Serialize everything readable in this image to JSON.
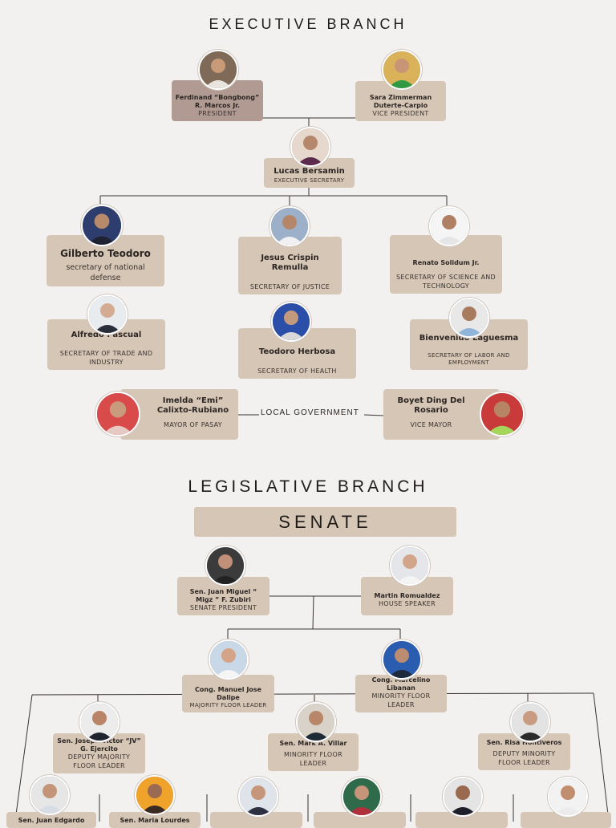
{
  "executive": {
    "heading": "EXECUTIVE BRANCH",
    "president": {
      "name": "Ferdinand “Bongbong” R. Marcos Jr.",
      "role": "PRESIDENT"
    },
    "vice_president": {
      "name": "Sara Zimmerman Duterte-Carpio",
      "role": "VICE PRESIDENT"
    },
    "executive_secretary": {
      "name": "Lucas Bersamin",
      "role": "EXECUTIVE SECRETARY"
    },
    "cabinet": [
      {
        "name": "Gilberto Teodoro",
        "role": "secretary of national defense"
      },
      {
        "name": "Jesus Crispin Remulla",
        "role": "SECRETARY OF JUSTICE"
      },
      {
        "name": "Renato Solidum Jr.",
        "role": "SECRETARY OF SCIENCE AND TECHNOLOGY"
      },
      {
        "name": "Alfredo Pascual",
        "role": "SECRETARY OF TRADE AND INDUSTRY"
      },
      {
        "name": "Teodoro Herbosa",
        "role": "SECRETARY OF HEALTH"
      },
      {
        "name": "Bienvenido Laguesma",
        "role": "SECRETARY OF LABOR AND EMPLOYMENT"
      }
    ],
    "local_government_label": "LOCAL GOVERNMENT",
    "mayor": {
      "name": "Imelda “Emi” Calixto-Rubiano",
      "role": "MAYOR OF PASAY"
    },
    "vice_mayor": {
      "name": "Boyet Ding Del Rosario",
      "role": "VICE MAYOR"
    }
  },
  "legislative": {
    "heading": "LEGISLATIVE BRANCH",
    "senate_label": "SENATE",
    "senate_president": {
      "name": "Sen. Juan Miguel “ Migz ” F. Zubiri",
      "role": "SENATE PRESIDENT"
    },
    "house_speaker": {
      "name": "Martin Romualdez",
      "role": "HOUSE SPEAKER"
    },
    "majority_floor_leader": {
      "name": "Cong. Manuel Jose Dalipe",
      "role": "MAJORITY FLOOR LEADER"
    },
    "minority_floor_leader_house": {
      "name": "Cong. Marcelino Libanan",
      "role": "MINORITY FLOOR LEADER"
    },
    "deputy_majority": {
      "name": "Sen. Joseph Victor “JV” G. Ejercito",
      "role": "DEPUTY MAJORITY FLOOR LEADER"
    },
    "minority_floor_leader_senate": {
      "name": "Sen. Mark A. Villar",
      "role": "MINORITY FLOOR LEADER"
    },
    "deputy_minority": {
      "name": "Sen. Risa Hontiveros",
      "role": "DEPUTY MINORITY FLOOR LEADER"
    },
    "bottom_row": [
      {
        "name": "Sen. Juan Edgardo"
      },
      {
        "name": "Sen. Maria Lourdes"
      },
      {
        "name": ""
      },
      {
        "name": ""
      },
      {
        "name": ""
      },
      {
        "name": ""
      }
    ]
  },
  "colors": {
    "background": "#f2f1f0",
    "box": "#d6c6b5",
    "box_highlight": "#b19a92",
    "line": "#3a3330"
  }
}
